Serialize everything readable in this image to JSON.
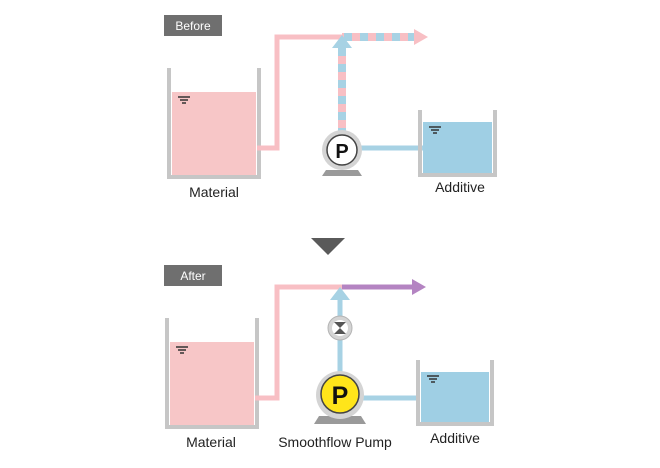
{
  "before": {
    "tag": "Before",
    "material_label": "Material",
    "additive_label": "Additive",
    "pump_letter": "P"
  },
  "after": {
    "tag": "After",
    "material_label": "Material",
    "additive_label": "Additive",
    "pump_label": "Smoothflow Pump",
    "pump_letter": "P"
  },
  "colors": {
    "material": "#f7c6c7",
    "material_pipe": "#f8bfc4",
    "additive": "#9fcfe4",
    "additive_pipe": "#a7d2e4",
    "mixed": "#b484c2",
    "tank_wall": "#c6c6c6",
    "pump_yellow": "#ffe51a",
    "tag_bg": "#6f6f6f",
    "arrow_down": "#5a5a5a"
  },
  "icons": {
    "down_arrow": "triangle-down-icon",
    "level": "liquid-level-icon",
    "valve": "valve-icon"
  }
}
